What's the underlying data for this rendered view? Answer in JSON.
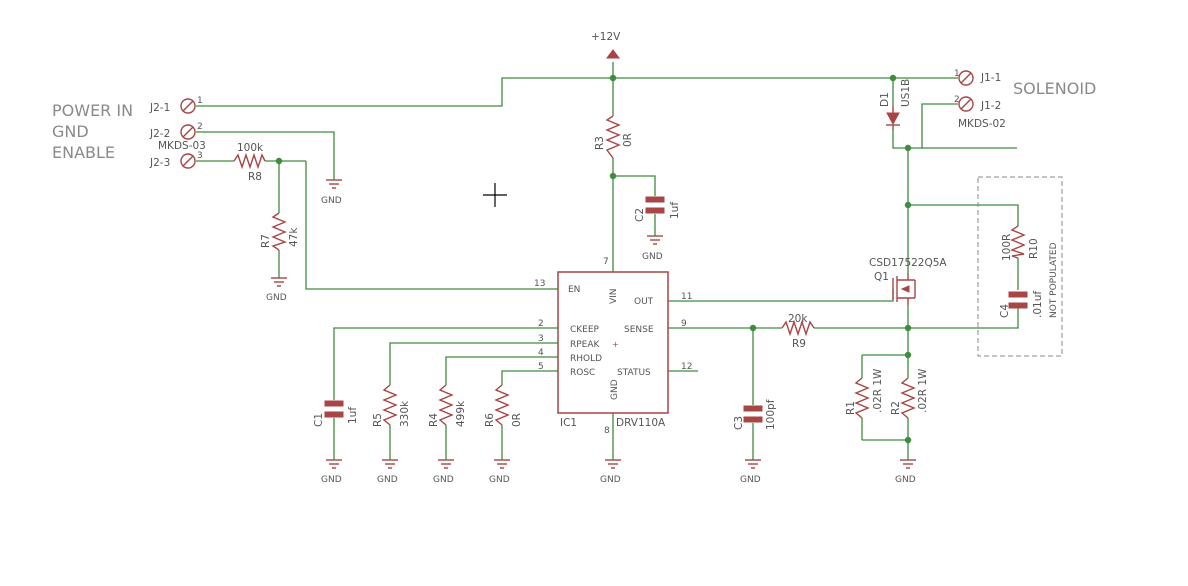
{
  "notes": {
    "power_in": "POWER IN",
    "gnd": "GND",
    "enable": "ENABLE",
    "solenoid": "SOLENOID"
  },
  "supply": {
    "label": "+12V"
  },
  "gnd_label": "GND",
  "connectors": {
    "j2": {
      "part": "MKDS-03",
      "pins": [
        {
          "name": "J2-1",
          "num": "1"
        },
        {
          "name": "J2-2",
          "num": "2"
        },
        {
          "name": "J2-3",
          "num": "3"
        }
      ]
    },
    "j1": {
      "part": "MKDS-02",
      "pins": [
        {
          "name": "J1-1",
          "num": "1"
        },
        {
          "name": "J1-2",
          "num": "2"
        }
      ]
    }
  },
  "ic": {
    "ref": "IC1",
    "part": "DRV110A",
    "pins": [
      {
        "num": "13",
        "name": "EN"
      },
      {
        "num": "7",
        "name": "VIN"
      },
      {
        "num": "11",
        "name": "OUT"
      },
      {
        "num": "2",
        "name": "CKEEP"
      },
      {
        "num": "3",
        "name": "RPEAK"
      },
      {
        "num": "4",
        "name": "RHOLD"
      },
      {
        "num": "5",
        "name": "ROSC"
      },
      {
        "num": "9",
        "name": "SENSE"
      },
      {
        "num": "12",
        "name": "STATUS"
      },
      {
        "num": "8",
        "name": "GND"
      }
    ]
  },
  "parts": {
    "r1": {
      "ref": "R1",
      "value": ".02R 1W"
    },
    "r2": {
      "ref": "R2",
      "value": ".02R 1W"
    },
    "r3": {
      "ref": "R3",
      "value": "0R"
    },
    "r4": {
      "ref": "R4",
      "value": "499k"
    },
    "r5": {
      "ref": "R5",
      "value": "330k"
    },
    "r6": {
      "ref": "R6",
      "value": "0R"
    },
    "r7": {
      "ref": "R7",
      "value": "47k"
    },
    "r8": {
      "ref": "R8",
      "value": "100k"
    },
    "r9": {
      "ref": "R9",
      "value": "20k"
    },
    "r10": {
      "ref": "R10",
      "value": "100R"
    },
    "c1": {
      "ref": "C1",
      "value": "1uf"
    },
    "c2": {
      "ref": "C2",
      "value": "1uf"
    },
    "c3": {
      "ref": "C3",
      "value": "100pf"
    },
    "c4": {
      "ref": "C4",
      "value": ".01uf"
    },
    "d1": {
      "ref": "D1",
      "value": "US1B"
    },
    "q1": {
      "ref": "Q1",
      "value": "CSD17522Q5A"
    }
  },
  "dnp_note": "NOT POPULATED",
  "colors": {
    "wire": "#3f8c3f",
    "part": "#a84545",
    "text": "#555555",
    "note": "#8a8a8a"
  }
}
